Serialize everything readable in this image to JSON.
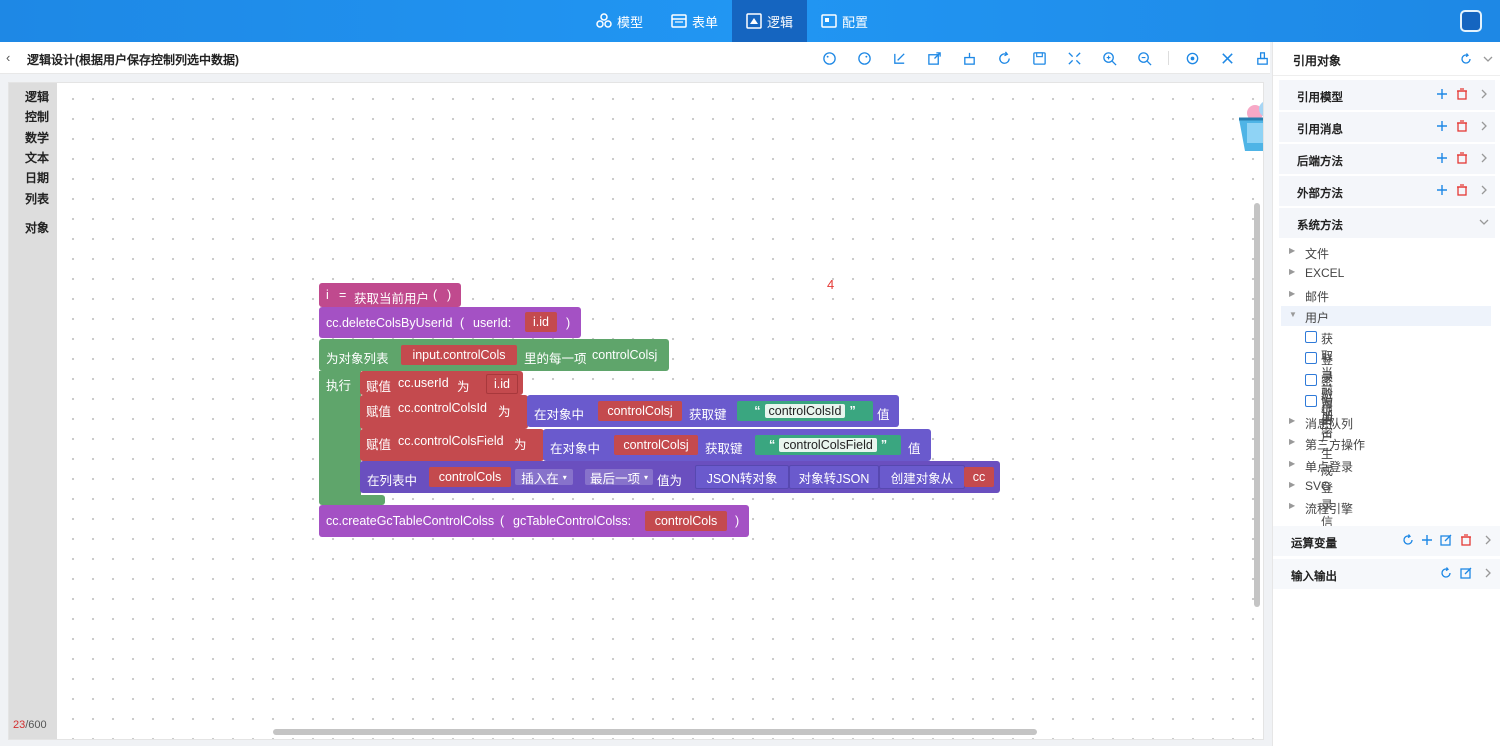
{
  "nav": {
    "items": [
      {
        "label": "模型",
        "icon": "model-icon"
      },
      {
        "label": "表单",
        "icon": "form-icon"
      },
      {
        "label": "逻辑",
        "icon": "logic-icon",
        "active": true
      },
      {
        "label": "配置",
        "icon": "config-icon"
      }
    ]
  },
  "title": "逻辑设计(根据用户保存控制列选中数据)",
  "toolbox": {
    "items": [
      "逻辑",
      "控制",
      "数学",
      "文本",
      "日期",
      "列表",
      "对象"
    ]
  },
  "counter": {
    "used": "23",
    "total": "/600"
  },
  "canvas": {
    "red_number": "4",
    "blocks": {
      "b1": {
        "var": "i",
        "eq": "=",
        "call": "获取当前用户",
        "lp": "(",
        "rp": ")"
      },
      "b2": {
        "call": "cc.deleteColsByUserId",
        "lp": "(",
        "param": "userId:",
        "value": "i.id",
        "rp": ")"
      },
      "b3": {
        "foreach": "为对象列表",
        "list": "input.controlCols",
        "each": "里的每一项",
        "item": "controlColsj",
        "do": "执行"
      },
      "b4": {
        "assign": "赋值",
        "target": "cc.userId",
        "as": "为",
        "value": "i.id"
      },
      "b5": {
        "assign": "赋值",
        "target": "cc.controlColsId",
        "as": "为",
        "inobj": "在对象中",
        "obj": "controlColsj",
        "getkey": "获取键",
        "key": "controlColsId",
        "val": "值"
      },
      "b6": {
        "assign": "赋值",
        "target": "cc.controlColsField",
        "as": "为",
        "inobj": "在对象中",
        "obj": "controlColsj",
        "getkey": "获取键",
        "key": "controlColsField",
        "val": "值"
      },
      "b7": {
        "inlist": "在列表中",
        "list": "controlCols",
        "insert": "插入在",
        "pos": "最后一项",
        "valas": "值为",
        "json1": "JSON转对象",
        "json2": "对象转JSON",
        "create": "创建对象从",
        "src": "cc"
      },
      "b8": {
        "call": "cc.createGcTableControlColss",
        "lp": "(",
        "param": "gcTableControlColss:",
        "value": "controlCols",
        "rp": ")"
      }
    }
  },
  "right_panel": {
    "title": "引用对象",
    "sections": [
      {
        "label": "引用模型"
      },
      {
        "label": "引用消息"
      },
      {
        "label": "后端方法"
      },
      {
        "label": "外部方法"
      },
      {
        "label": "系统方法"
      }
    ],
    "tree": [
      {
        "label": "文件"
      },
      {
        "label": "EXCEL"
      },
      {
        "label": "邮件"
      },
      {
        "label": "用户",
        "expanded": true
      },
      {
        "label": "消息队列"
      },
      {
        "label": "第三方操作"
      },
      {
        "label": "单点登录"
      },
      {
        "label": "SVG"
      },
      {
        "label": "流程引擎"
      }
    ],
    "user_children": [
      "获取当前用户",
      "登录验证",
      "密码加密",
      "为用户生成登录信息"
    ],
    "bottom_sections": [
      {
        "label": "运算变量"
      },
      {
        "label": "输入输出"
      }
    ]
  },
  "colors": {
    "accent": "#1e88e5",
    "delete": "#e53935"
  }
}
